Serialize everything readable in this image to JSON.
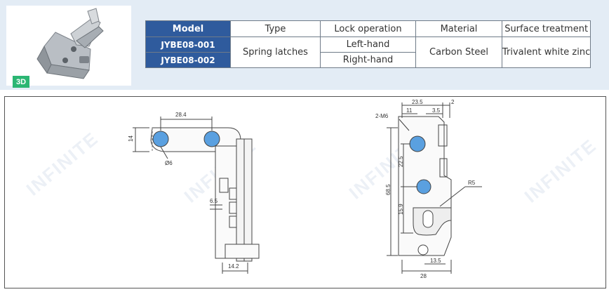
{
  "badge": "3D",
  "watermark": "INFINITE",
  "table": {
    "headers": [
      "Model",
      "Type",
      "Lock operation",
      "Material",
      "Surface treatment"
    ],
    "rows": [
      {
        "model": "JYBE08-001",
        "lock": "Left-hand"
      },
      {
        "model": "JYBE08-002",
        "lock": "Right-hand"
      }
    ],
    "type": "Spring latches",
    "material": "Carbon Steel",
    "surface": "Trivalent white zinc"
  },
  "dims_left": {
    "width_top": "28.4",
    "height_left": "14",
    "hole": "Ø6",
    "offset": "6.5",
    "bottom": "14.2"
  },
  "dims_right": {
    "top_total": "23.5",
    "top_right": "2",
    "thread": "2-M6",
    "top_a": "11",
    "top_b": "3.5",
    "v_a": "22.5",
    "v_total": "68.5",
    "v_b": "15.9",
    "radius": "R5",
    "bottom_a": "13.5",
    "bottom_total": "28"
  },
  "colors": {
    "header_blue": "#2f5b9d",
    "band": "#e3ecf5",
    "badge_green": "#2bb673",
    "hole_blue": "#5aa0e0"
  }
}
